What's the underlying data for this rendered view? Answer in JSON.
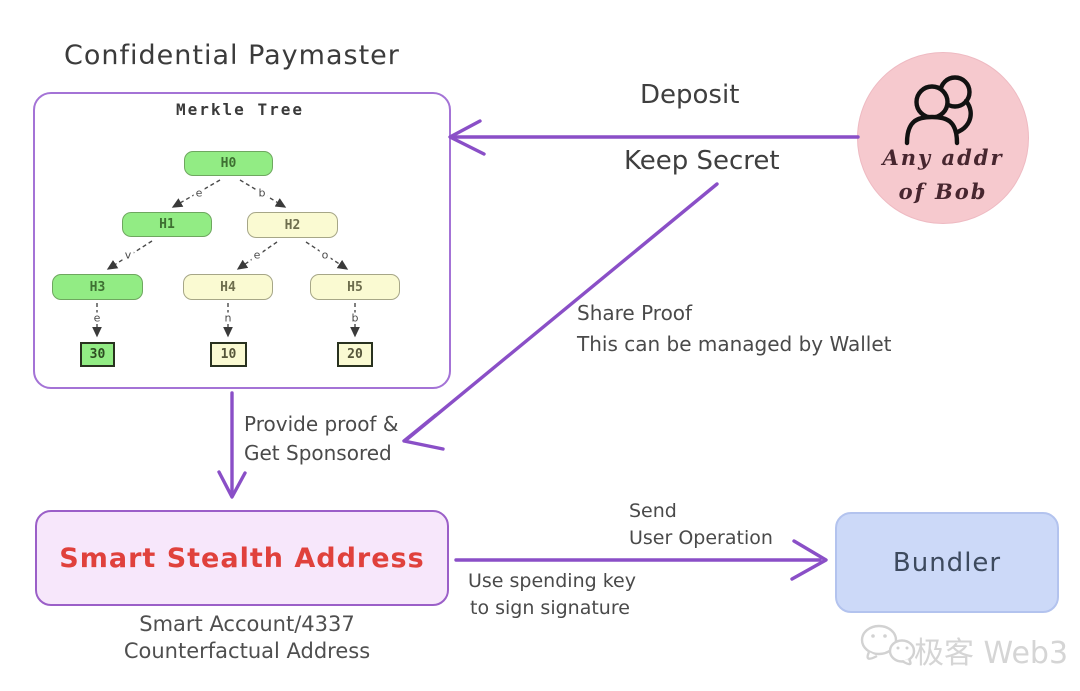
{
  "title": "Confidential Paymaster",
  "merkle": {
    "label": "Merkle Tree",
    "nodes": [
      "H0",
      "H1",
      "H2",
      "H3",
      "H4",
      "H5"
    ],
    "leaves": [
      "30",
      "10",
      "20"
    ],
    "edge_labels": [
      "e",
      "b",
      "v",
      "e",
      "o",
      "e",
      "n",
      "b"
    ]
  },
  "actor": {
    "icon": "people-icon",
    "line1": "Any addr",
    "line2": "of Bob"
  },
  "annotations": {
    "deposit": "Deposit",
    "keep_secret": "Keep Secret",
    "share_proof1": "Share Proof",
    "share_proof2": "This can be managed by Wallet",
    "provide1": "Provide proof &",
    "provide2": "Get Sponsored",
    "send1": "Send",
    "send2": "User Operation",
    "spend1": "Use spending key",
    "spend2": "to sign signature"
  },
  "stealth": {
    "label": "Smart Stealth Address",
    "sub1": "Smart Account/4337",
    "sub2": "Counterfactual Address"
  },
  "bundler": {
    "label": "Bundler"
  },
  "watermark": {
    "icon": "wechat-icon",
    "text": "极客 Web3"
  },
  "colors": {
    "arrow_purple": "#8a4fc7",
    "box_border_purple": "#a473d6",
    "node_green": "#92ec84",
    "node_yellow": "#fafad2",
    "actor_pink": "#f6c9ce",
    "stealth_fill": "#f7e7fb",
    "stealth_text_red": "#e0413c",
    "bundler_fill": "#ccd9f8"
  }
}
